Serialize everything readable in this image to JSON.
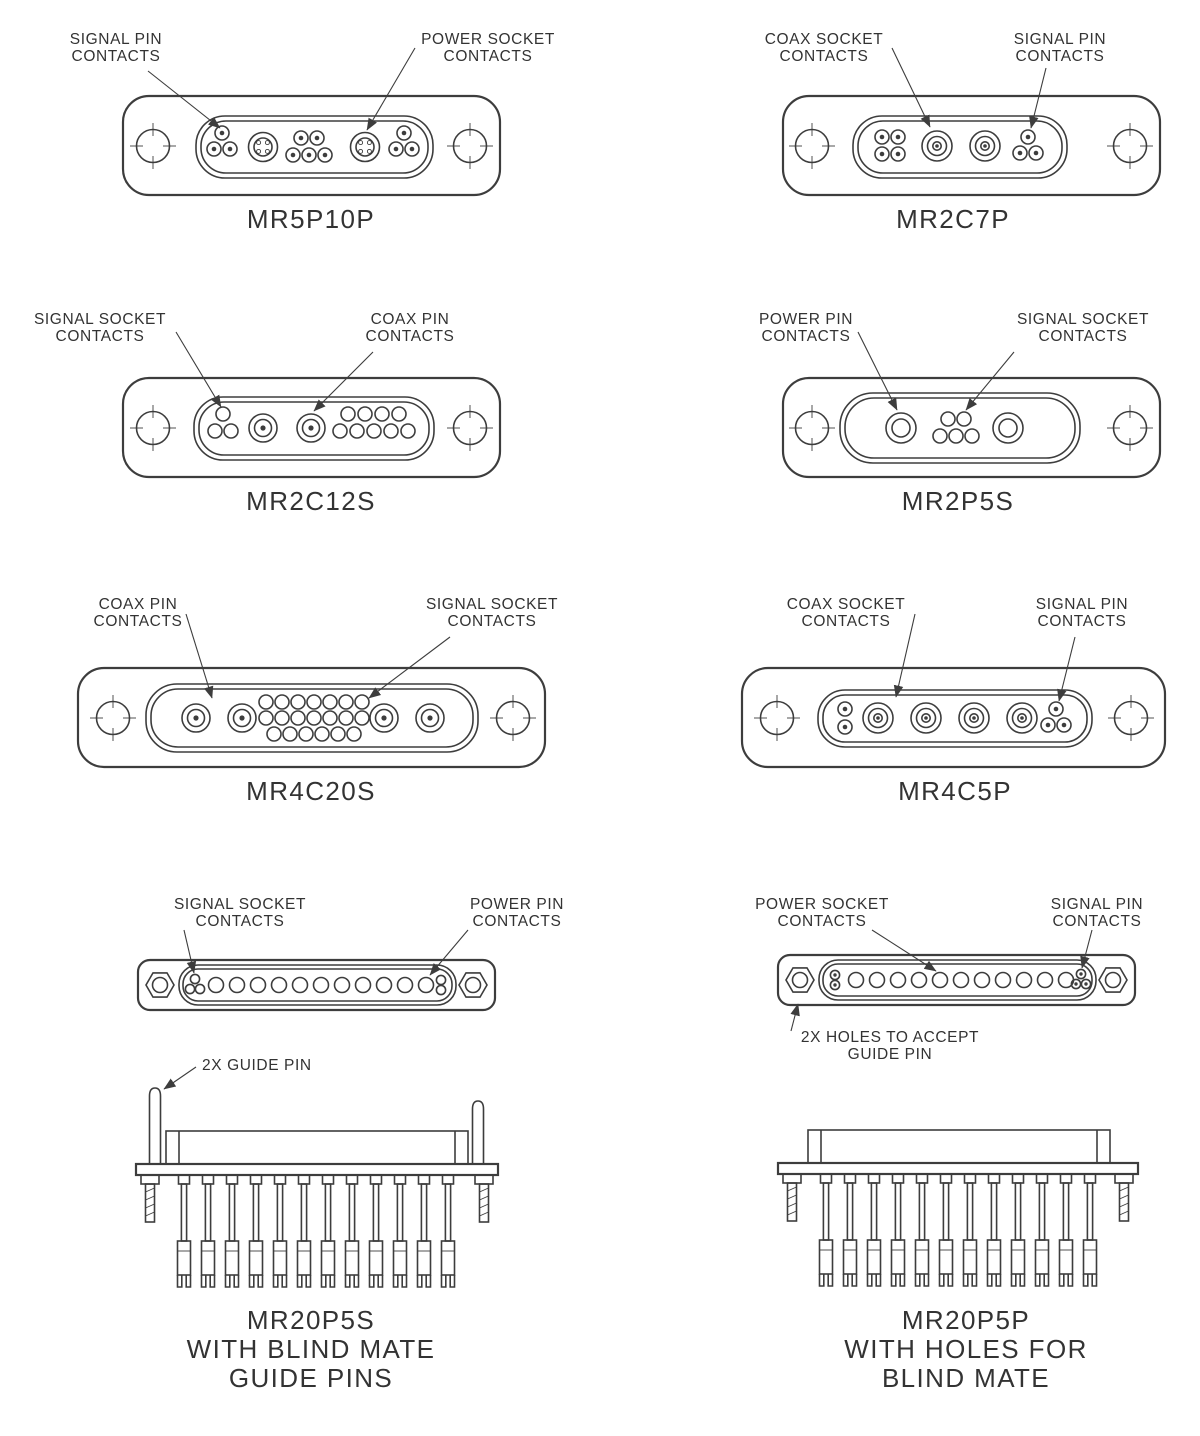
{
  "drawing": {
    "background_color": "#ffffff",
    "line_color": "#3d3d3d",
    "text_color": "#333333"
  },
  "figures": [
    {
      "id": "mr5p10p",
      "caption": "MR5P10P",
      "label_left": {
        "line1": "SIGNAL PIN",
        "line2": "CONTACTS"
      },
      "label_right": {
        "line1": "POWER SOCKET",
        "line2": "CONTACTS"
      }
    },
    {
      "id": "mr2c7p",
      "caption": "MR2C7P",
      "label_left": {
        "line1": "COAX SOCKET",
        "line2": "CONTACTS"
      },
      "label_right": {
        "line1": "SIGNAL PIN",
        "line2": "CONTACTS"
      }
    },
    {
      "id": "mr2c12s",
      "caption": "MR2C12S",
      "label_left": {
        "line1": "SIGNAL SOCKET",
        "line2": "CONTACTS"
      },
      "label_right": {
        "line1": "COAX PIN",
        "line2": "CONTACTS"
      }
    },
    {
      "id": "mr2p5s",
      "caption": "MR2P5S",
      "label_left": {
        "line1": "POWER PIN",
        "line2": "CONTACTS"
      },
      "label_right": {
        "line1": "SIGNAL SOCKET",
        "line2": "CONTACTS"
      }
    },
    {
      "id": "mr4c20s",
      "caption": "MR4C20S",
      "label_left": {
        "line1": "COAX PIN",
        "line2": "CONTACTS"
      },
      "label_right": {
        "line1": "SIGNAL SOCKET",
        "line2": "CONTACTS"
      }
    },
    {
      "id": "mr4c5p",
      "caption": "MR4C5P",
      "label_left": {
        "line1": "COAX SOCKET",
        "line2": "CONTACTS"
      },
      "label_right": {
        "line1": "SIGNAL PIN",
        "line2": "CONTACTS"
      }
    },
    {
      "id": "mr20p5s",
      "caption_line1": "MR20P5S",
      "caption_line2": "WITH BLIND MATE",
      "caption_line3": "GUIDE PINS",
      "label_left": {
        "line1": "SIGNAL SOCKET",
        "line2": "CONTACTS"
      },
      "label_right": {
        "line1": "POWER PIN",
        "line2": "CONTACTS"
      },
      "note": "2X GUIDE PIN"
    },
    {
      "id": "mr20p5p",
      "caption_line1": "MR20P5P",
      "caption_line2": "WITH HOLES FOR",
      "caption_line3": "BLIND MATE",
      "label_left": {
        "line1": "POWER SOCKET",
        "line2": "CONTACTS"
      },
      "label_right": {
        "line1": "SIGNAL PIN",
        "line2": "CONTACTS"
      },
      "note_line1": "2X HOLES TO ACCEPT",
      "note_line2": "GUIDE PIN"
    }
  ]
}
